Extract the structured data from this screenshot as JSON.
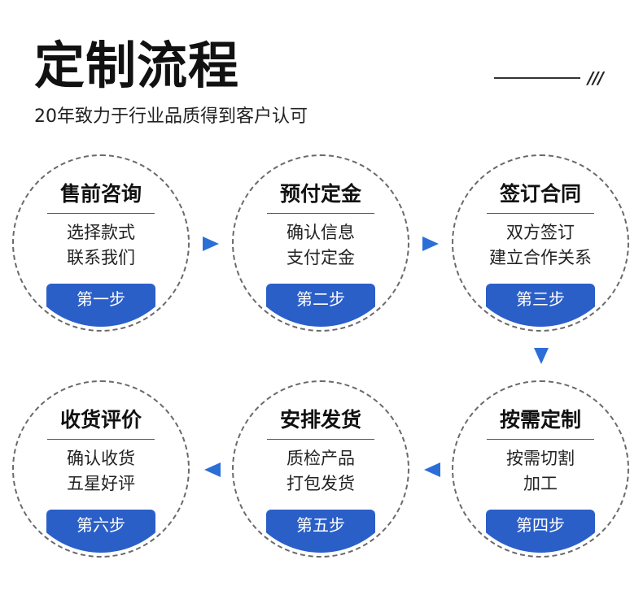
{
  "header": {
    "title": "定制流程",
    "subtitle": "20年致力于行业品质得到客户认可",
    "decoration": "///"
  },
  "steps": [
    {
      "title": "售前咨询",
      "line1": "选择款式",
      "line2": "联系我们",
      "badge": "第一步"
    },
    {
      "title": "预付定金",
      "line1": "确认信息",
      "line2": "支付定金",
      "badge": "第二步"
    },
    {
      "title": "签订合同",
      "line1": "双方签订",
      "line2": "建立合作关系",
      "badge": "第三步"
    },
    {
      "title": "按需定制",
      "line1": "按需切割",
      "line2": "加工",
      "badge": "第四步"
    },
    {
      "title": "安排发货",
      "line1": "质检产品",
      "line2": "打包发货",
      "badge": "第五步"
    },
    {
      "title": "收货评价",
      "line1": "确认收货",
      "line2": "五星好评",
      "badge": "第六步"
    }
  ],
  "colors": {
    "accent": "#2b5fc8",
    "arrow": "#2b6fd6",
    "border": "#6a6a6a"
  },
  "icons": {
    "connector": "triangle-arrow-icon"
  }
}
